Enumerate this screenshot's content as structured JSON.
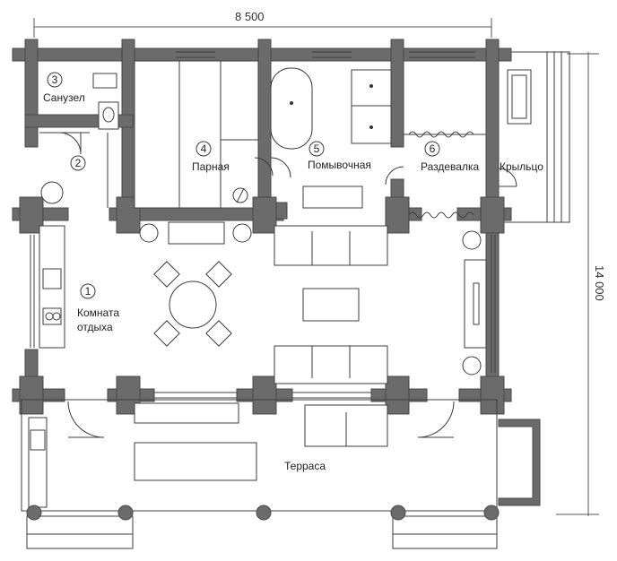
{
  "dimensions": {
    "width": "8 500",
    "height": "14 000"
  },
  "rooms": [
    {
      "id": "1",
      "name": "Комната\nотдыха"
    },
    {
      "id": "2",
      "name": ""
    },
    {
      "id": "3",
      "name": "Санузел"
    },
    {
      "id": "4",
      "name": "Парная"
    },
    {
      "id": "5",
      "name": "Помывочная"
    },
    {
      "id": "6",
      "name": "Раздевалка"
    }
  ],
  "labels": {
    "porch": "Крыльцо",
    "terrace": "Терраса"
  },
  "room1_line1": "Комната",
  "room1_line2": "отдыха"
}
